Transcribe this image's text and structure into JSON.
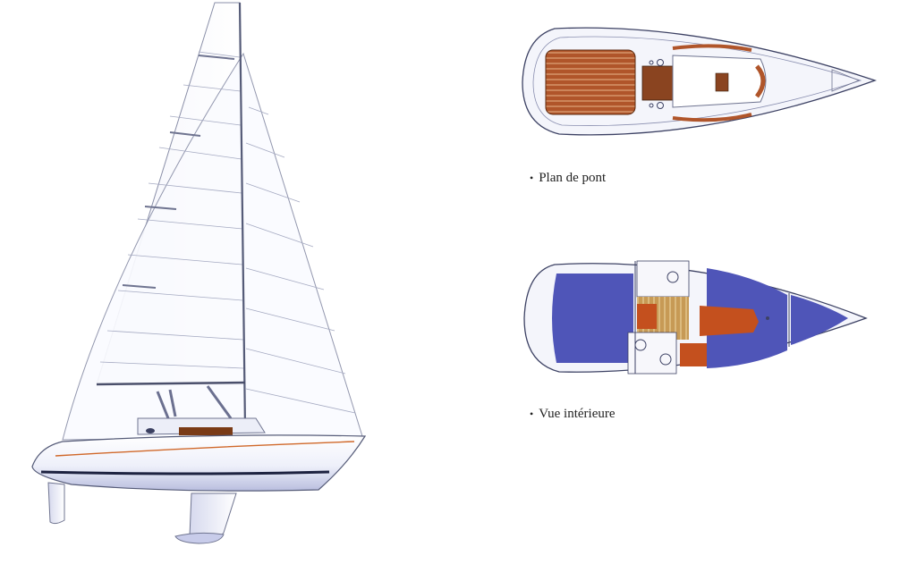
{
  "captions": {
    "bullet": "•",
    "deck_plan": "Plan de pont",
    "interior_view": "Vue intérieure"
  },
  "colors": {
    "hull_shadow": "#b9bedf",
    "sail_line": "#9aa0b8",
    "teak": "#b0552a",
    "teak_dark": "#6b2e14",
    "cushion_blue": "#4f55b8",
    "accent_orange": "#c4501e",
    "boot_stripe": "#1d2240",
    "rub_stripe": "#d0682a"
  },
  "icons": {
    "side_view": "sailboat-profile-drawing",
    "deck_plan": "deck-plan-drawing",
    "interior_view": "interior-layout-drawing"
  }
}
